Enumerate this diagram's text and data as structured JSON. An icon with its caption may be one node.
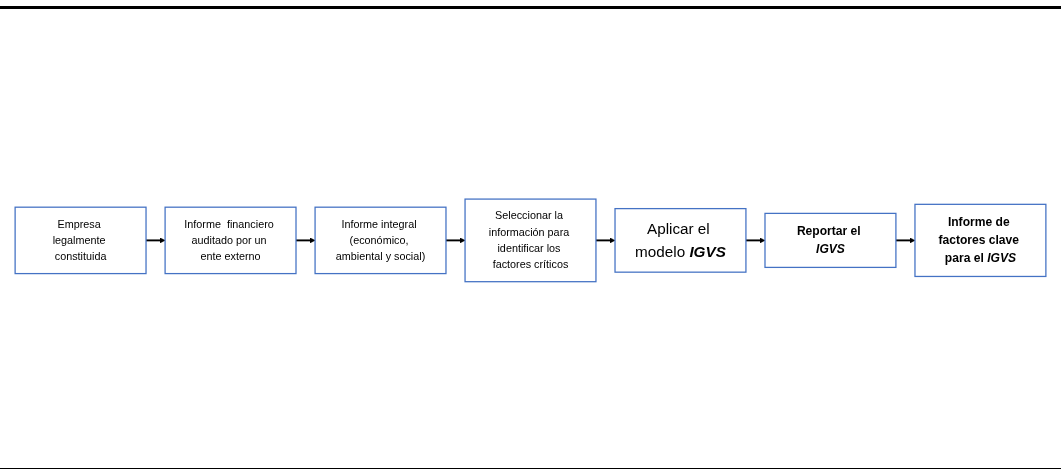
{
  "diagram": {
    "nodes": [
      {
        "text": [
          "Empresa legalmente constituida"
        ]
      },
      {
        "text": [
          "Informe  financiero auditado por un ente externo"
        ]
      },
      {
        "text": [
          "Informe integral (económico, ambiental y social)"
        ]
      },
      {
        "text": [
          "Seleccionar la información para identificar los factores críticos"
        ]
      },
      {
        "text": [
          "Aplicar el modelo *IGVS*"
        ]
      },
      {
        "text": [
          "Reportar el *IGVS*"
        ]
      },
      {
        "text": [
          "Informe de factores clave para el *IGVS*"
        ]
      }
    ],
    "edges": [
      {
        "from": 0,
        "to": 1,
        "arrow": "to"
      },
      {
        "from": 1,
        "to": 2,
        "arrow": "to"
      },
      {
        "from": 2,
        "to": 3,
        "arrow": "to"
      },
      {
        "from": 3,
        "to": 4,
        "arrow": "to"
      },
      {
        "from": 4,
        "to": 5,
        "arrow": "to"
      },
      {
        "from": 5,
        "to": 6,
        "arrow": "to"
      }
    ]
  }
}
